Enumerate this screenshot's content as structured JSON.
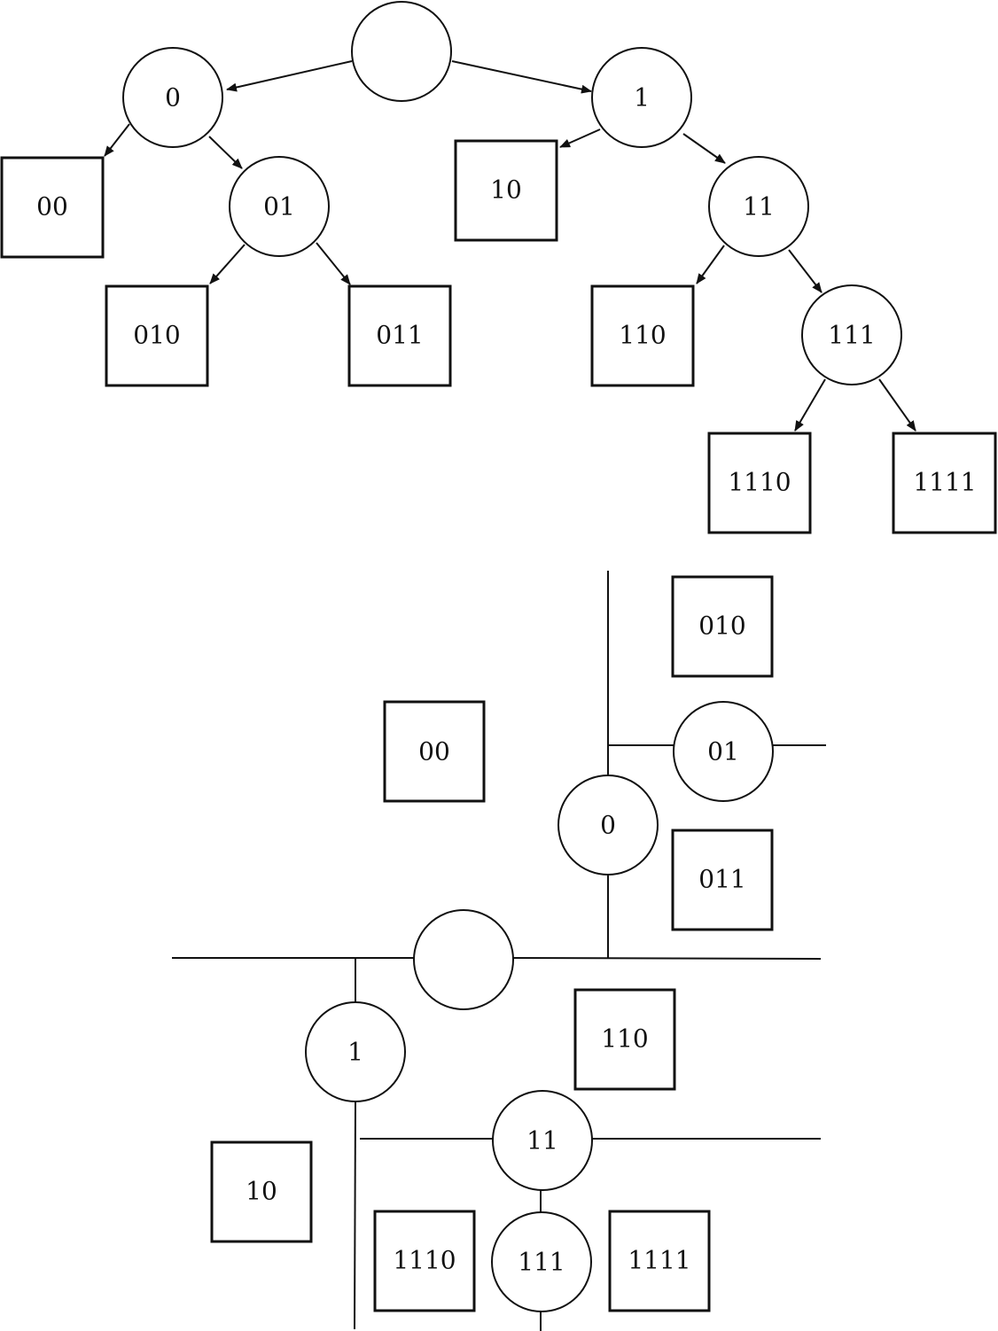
{
  "tree": {
    "internal_nodes": [
      "",
      "0",
      "1",
      "01",
      "11",
      "111"
    ],
    "leaves": [
      "00",
      "010",
      "011",
      "10",
      "110",
      "1110",
      "1111"
    ]
  },
  "partition": {
    "internal_nodes": [
      "",
      "0",
      "01",
      "1",
      "11",
      "111"
    ],
    "leaves": [
      "010",
      "00",
      "011",
      "110",
      "10",
      "1110",
      "1111"
    ]
  },
  "colors": {
    "ink": "#111111",
    "background": "#ffffff"
  }
}
